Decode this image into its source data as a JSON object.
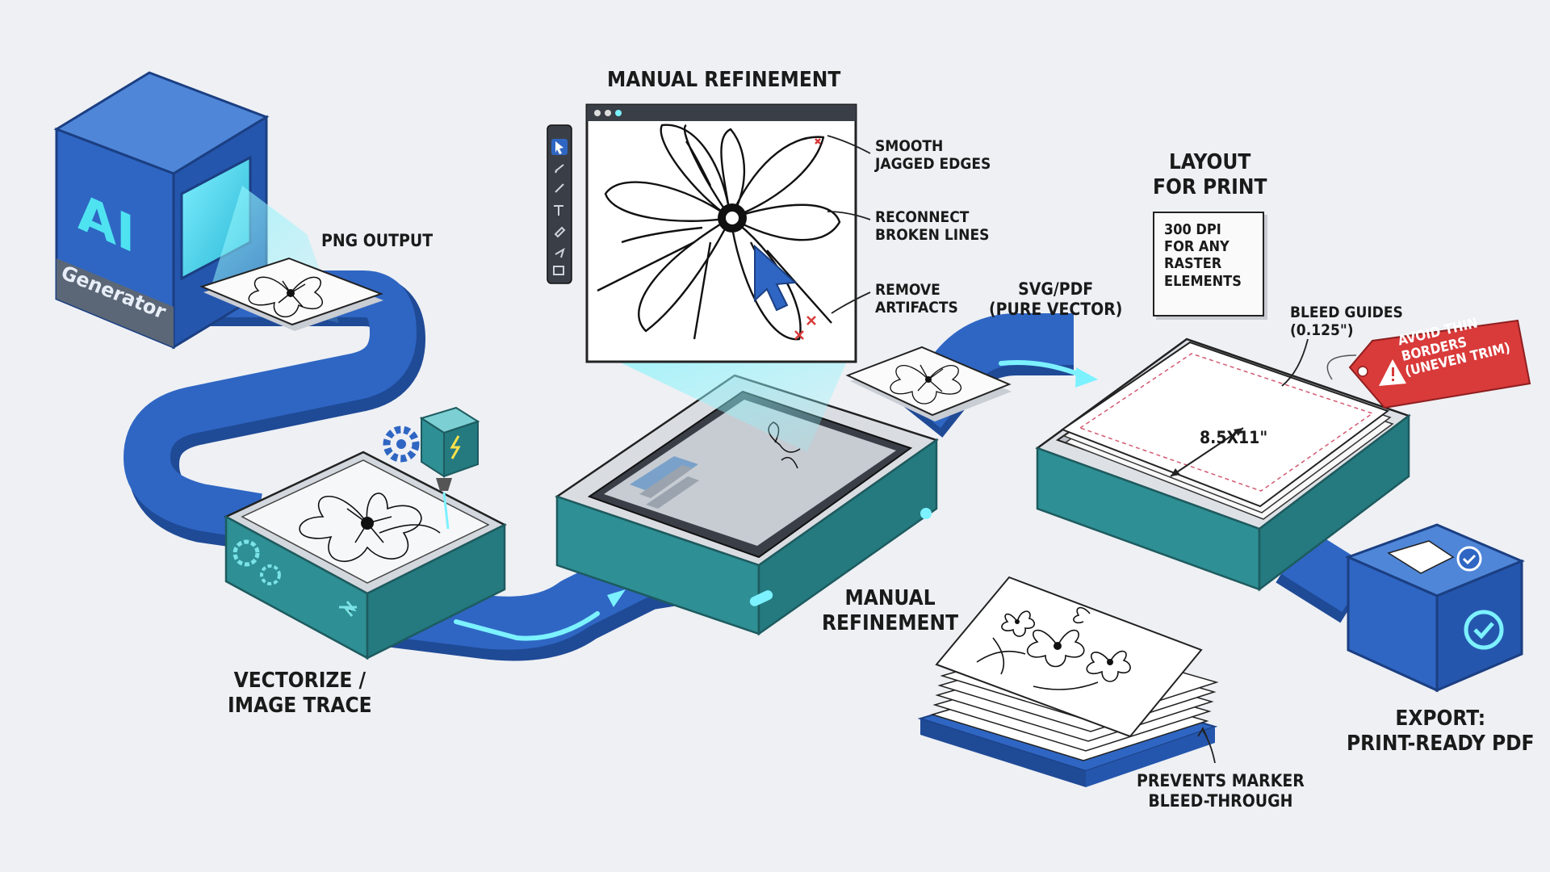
{
  "generator": {
    "logo_text": "AI",
    "label": "Generator"
  },
  "labels": {
    "png_output": "PNG OUTPUT",
    "manual_refinement_top": "MANUAL REFINEMENT",
    "smooth": [
      "SMOOTH",
      "JAGGED EDGES"
    ],
    "reconnect": [
      "RECONNECT",
      "BROKEN LINES"
    ],
    "remove": [
      "REMOVE",
      "ARTIFACTS"
    ],
    "svg_pdf": [
      "SVG/PDF",
      "(PURE VECTOR)"
    ],
    "layout": [
      "LAYOUT",
      "FOR PRINT"
    ],
    "dpi_note": [
      "300 DPI",
      "FOR ANY",
      "RASTER",
      "ELEMENTS"
    ],
    "bleed": [
      "BLEED GUIDES",
      "(0.125\")"
    ],
    "warning": [
      "AVOID THIN",
      "BORDERS",
      "(UNEVEN TRIM)"
    ],
    "page_size": "8.5x11\"",
    "vectorize": [
      "VECTORIZE /",
      "IMAGE TRACE"
    ],
    "manual_refinement_bottom": [
      "MANUAL",
      "REFINEMENT"
    ],
    "export": [
      "EXPORT:",
      "PRINT-READY PDF"
    ],
    "prevents": [
      "PREVENTS MARKER",
      "BLEED-THROUGH"
    ]
  },
  "toolbar_tools": [
    "select-arrow",
    "pen",
    "pencil",
    "text",
    "brush",
    "eraser",
    "layers"
  ],
  "colors": {
    "blue": "#2f66c3",
    "blue_dark": "#1f4a96",
    "teal": "#2e8f94",
    "teal_dark": "#1d6b70",
    "cyan_glow": "#6fe8f2",
    "warning_red": "#d93a3a",
    "background": "#eef0f4"
  }
}
